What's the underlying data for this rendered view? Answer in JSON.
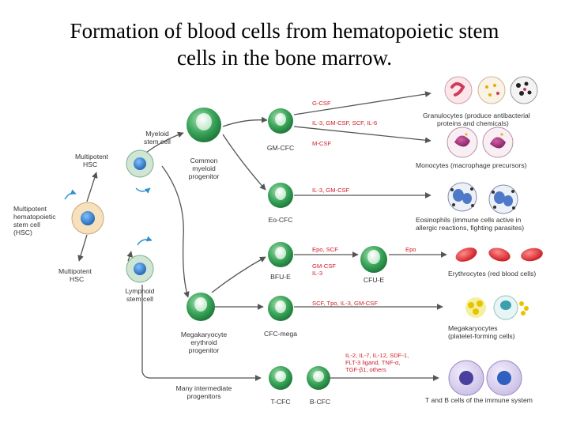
{
  "title_line1": "Formation of blood cells from hematopoietic stem",
  "title_line2": "cells in the bone marrow.",
  "labels": {
    "multipotent_hsc_top": [
      "Multipotent",
      "HSC"
    ],
    "multipotent_hsc_bottom": [
      "Multipotent",
      "HSC"
    ],
    "stem_cell": [
      "Multipotent",
      "hematopoietic",
      "stem cell",
      "(HSC)"
    ],
    "myeloid_stem": [
      "Myeloid",
      "stem cell"
    ],
    "common_myeloid": [
      "Common",
      "myeloid",
      "progenitor"
    ],
    "lymphoid_stem": [
      "Lymphoid",
      "stem cell"
    ],
    "mega_erythroid": [
      "Megakaryocyte",
      "erythroid",
      "progenitor"
    ],
    "many_intermediate": [
      "Many intermediate",
      "progenitors"
    ],
    "gm_cfc": "GM-CFC",
    "eo_cfc": "Eo-CFC",
    "bfu_e": "BFU-E",
    "cfu_e": "CFU-E",
    "cfc_mega": "CFC-mega",
    "t_cfc": "T-CFC",
    "b_cfc": "B-CFC"
  },
  "cytokines": {
    "g_csf": "G-CSF",
    "il3_gm_scf_il6": "IL-3, GM-CSF, SCF, IL-6",
    "m_csf": "M-CSF",
    "il3_gm": "IL-3, GM-CSF",
    "epo_scf": "Epo, SCF",
    "gm_il3": [
      "GM-CSF",
      "IL-3"
    ],
    "epo": "Epo",
    "scf_tpo": "SCF, Tpo, IL-3, GM-CSF",
    "lymph": [
      "IL-2, IL-7, IL-12, SDF-1,",
      "FLT-3 ligand, TNF-α,",
      "TGF-β1, others"
    ]
  },
  "outcomes": {
    "granulocytes": [
      "Granulocytes (produce antibacterial",
      "proteins and chemicals)"
    ],
    "monocytes": "Monocytes (macrophage precursors)",
    "eosinophils": [
      "Eosinophils (immune cells active in",
      "allergic reactions, fighting parasites)"
    ],
    "erythrocytes": "Erythrocytes (red blood cells)",
    "megakaryocytes": [
      "Megakaryocytes",
      "(platelet-forming cells)"
    ],
    "lymphocytes": "T and B cells of the immune system"
  },
  "colors": {
    "green_cell": "#3aa55a",
    "blue_cell": "#2f7fd0",
    "cytokine_red": "#d0202a",
    "arrow_gray": "#555555",
    "rbc_red": "#e02a2a"
  }
}
